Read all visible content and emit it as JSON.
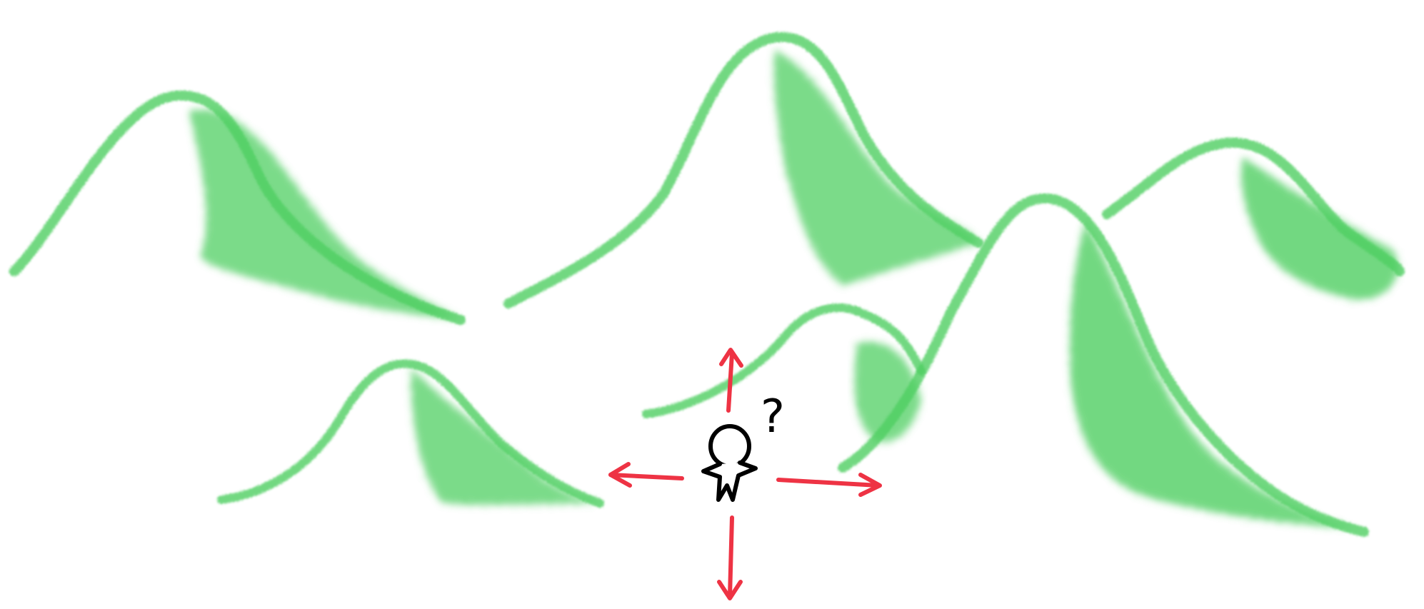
{
  "scene": {
    "background_color": "#ffffff",
    "hill_color": "#4fcf62",
    "arrow_color": "#ee3344",
    "figure_color": "#000000",
    "question_text": "?",
    "hills": [
      "hill-far-left",
      "hill-center-back",
      "hill-right-back",
      "hill-right-front",
      "hill-middle-small",
      "hill-lower-left"
    ],
    "arrows": [
      "up",
      "down",
      "left",
      "right"
    ],
    "icons": {
      "figure": "person-icon",
      "question": "question-mark-icon"
    }
  }
}
